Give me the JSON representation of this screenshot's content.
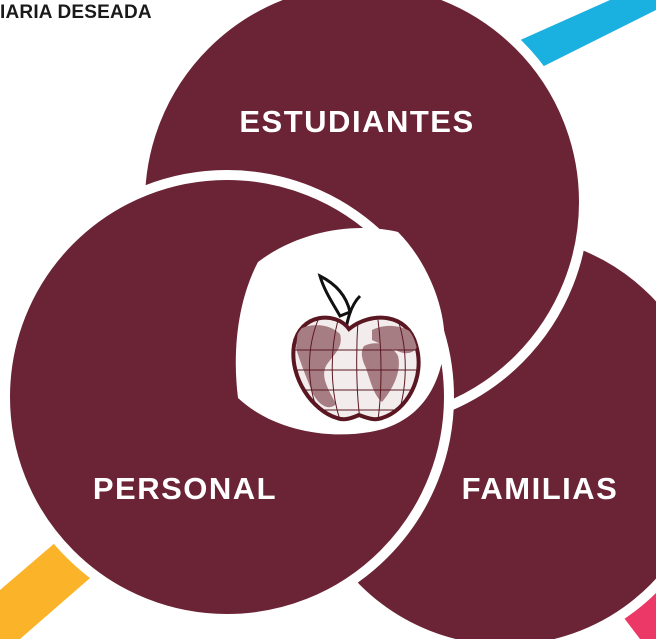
{
  "header": {
    "text": "IARIA DESEADA"
  },
  "diagram": {
    "labels": {
      "top": "ESTUDIANTES",
      "bottom_left": "PERSONAL",
      "bottom_right": "FAMILIAS"
    },
    "colors": {
      "circle": "#6b2336",
      "gap": "#ffffff",
      "ray_blue": "#1ab0e0",
      "ray_yellow": "#fbb42a",
      "ray_pink": "#ec3866",
      "apple_fill": "#a77d84",
      "apple_outline": "#5a1722",
      "leaf_outline": "#111111"
    },
    "center_icon": "apple-globe-icon"
  }
}
